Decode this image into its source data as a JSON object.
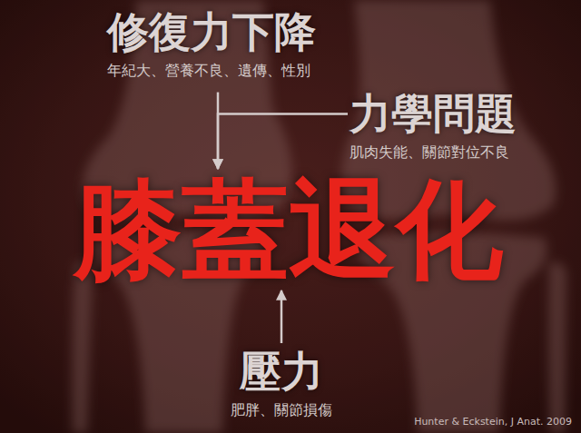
{
  "diagram": {
    "nodes": [
      {
        "text": [
          "修復力下降",
          "年紀大、營養不良、遺傳、性別"
        ]
      },
      {
        "text": [
          "力學問題",
          "肌肉失能、關節對位不良"
        ]
      },
      {
        "text": [
          "膝蓋退化"
        ]
      },
      {
        "text": [
          "壓力",
          "肥胖、關節損傷"
        ]
      }
    ],
    "edges": [
      {
        "from": 0,
        "to": 2,
        "arrow": "to"
      },
      {
        "from": 1,
        "to": 2,
        "arrow": "to"
      },
      {
        "from": 3,
        "to": 2,
        "arrow": "to"
      }
    ],
    "labels": [
      "Hunter & Eckstein, J Anat. 2009"
    ]
  }
}
